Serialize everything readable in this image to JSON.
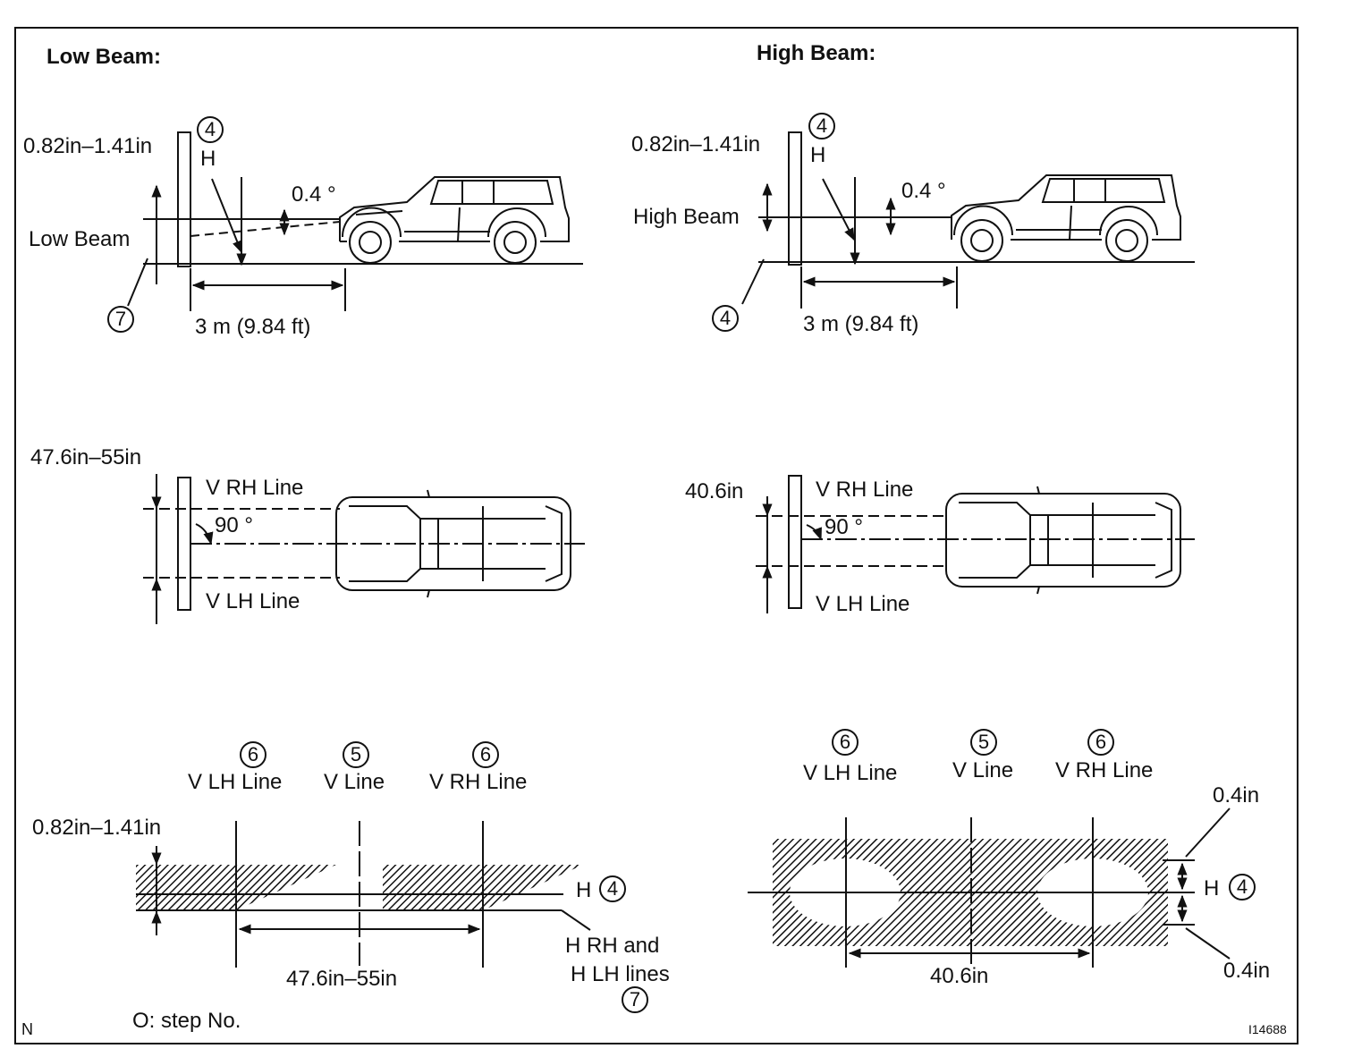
{
  "titles": {
    "low": "Low Beam:",
    "high": "High Beam:"
  },
  "steps": {
    "s4": "4",
    "s5": "5",
    "s6": "6",
    "s7": "7"
  },
  "low_side": {
    "range": "0.82in–1.41in",
    "h": "H",
    "angle": "0.4 °",
    "beam": "Low Beam",
    "distance": "3 m (9.84 ft)"
  },
  "high_side": {
    "range": "0.82in–1.41in",
    "h": "H",
    "angle": "0.4 °",
    "beam": "High Beam",
    "distance": "3 m (9.84 ft)"
  },
  "low_top": {
    "width": "47.6in–55in",
    "rh": "V RH Line",
    "lh": "V LH Line",
    "angle": "90 °"
  },
  "high_top": {
    "width": "40.6in",
    "rh": "V RH Line",
    "lh": "V LH Line",
    "angle": "90 °"
  },
  "low_pattern": {
    "vlh": "V LH Line",
    "v": "V Line",
    "vrh": "V RH Line",
    "range": "0.82in–1.41in",
    "h": "H",
    "hlines_1": "H RH and",
    "hlines_2": "H LH lines",
    "width": "47.6in–55in"
  },
  "high_pattern": {
    "vlh": "V LH Line",
    "v": "V Line",
    "vrh": "V RH Line",
    "top": "0.4in",
    "h": "H",
    "bottom": "0.4in",
    "width": "40.6in"
  },
  "footer": {
    "legend": "O: step No.",
    "corner": "N",
    "code": "I14688"
  },
  "colors": {
    "ink": "#111111",
    "paper": "#ffffff"
  },
  "icons": [
    "vehicle-side-icon",
    "vehicle-top-icon",
    "screen-icon",
    "hatch-pattern"
  ]
}
